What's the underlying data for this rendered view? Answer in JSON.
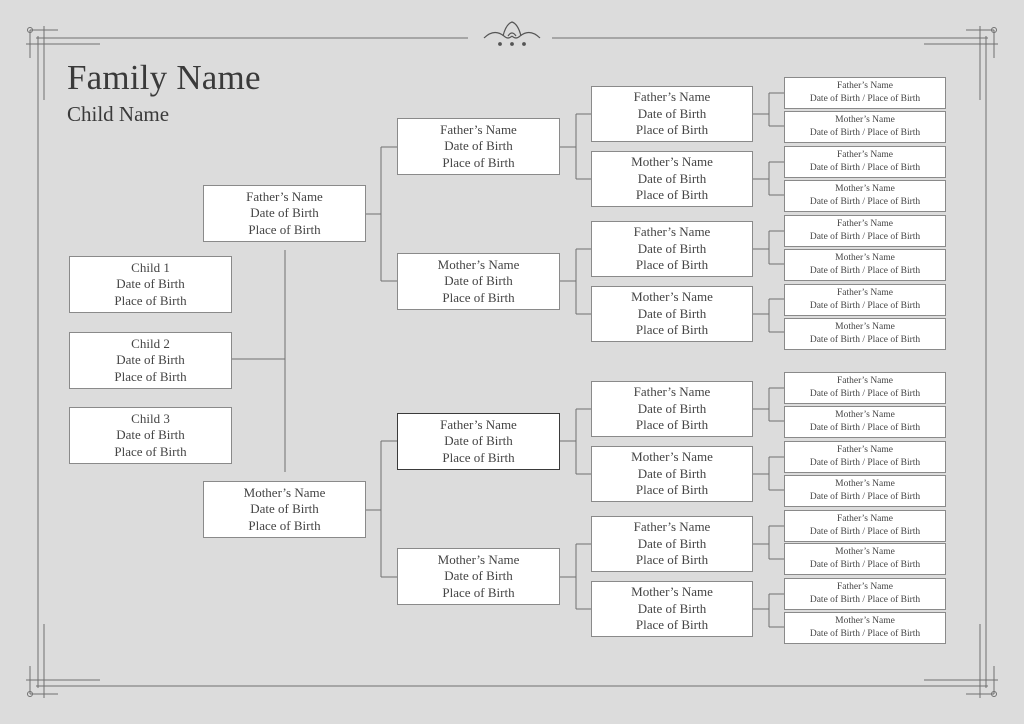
{
  "header": {
    "family_name": "Family Name",
    "child_name": "Child Name"
  },
  "children": [
    {
      "name": "Child 1",
      "date": "Date of Birth",
      "place": "Place of Birth"
    },
    {
      "name": "Child 2",
      "date": "Date of Birth",
      "place": "Place of Birth"
    },
    {
      "name": "Child 3",
      "date": "Date of Birth",
      "place": "Place of Birth"
    }
  ],
  "parents": {
    "father": {
      "name": "Father’s Name",
      "date": "Date of Birth",
      "place": "Place of Birth"
    },
    "mother": {
      "name": "Mother’s Name",
      "date": "Date of Birth",
      "place": "Place of Birth"
    }
  },
  "grandparents": [
    {
      "name": "Father’s Name",
      "date": "Date of Birth",
      "place": "Place of Birth"
    },
    {
      "name": "Mother’s Name",
      "date": "Date of Birth",
      "place": "Place of Birth"
    },
    {
      "name": "Father’s Name",
      "date": "Date of Birth",
      "place": "Place of Birth"
    },
    {
      "name": "Mother’s Name",
      "date": "Date of Birth",
      "place": "Place of Birth"
    }
  ],
  "great_grandparents": [
    {
      "name": "Father’s Name",
      "date": "Date of Birth",
      "place": "Place of Birth"
    },
    {
      "name": "Mother’s Name",
      "date": "Date of Birth",
      "place": "Place of Birth"
    },
    {
      "name": "Father’s Name",
      "date": "Date of Birth",
      "place": "Place of Birth"
    },
    {
      "name": "Mother’s Name",
      "date": "Date of Birth",
      "place": "Place of Birth"
    },
    {
      "name": "Father’s Name",
      "date": "Date of Birth",
      "place": "Place of Birth"
    },
    {
      "name": "Mother’s Name",
      "date": "Date of Birth",
      "place": "Place of Birth"
    },
    {
      "name": "Father’s Name",
      "date": "Date of Birth",
      "place": "Place of Birth"
    },
    {
      "name": "Mother’s Name",
      "date": "Date of Birth",
      "place": "Place of Birth"
    }
  ],
  "great_great_grandparents": [
    {
      "name": "Father’s Name",
      "details": "Date of Birth / Place of Birth"
    },
    {
      "name": "Mother’s Name",
      "details": "Date of Birth / Place of Birth"
    },
    {
      "name": "Father’s Name",
      "details": "Date of Birth / Place of Birth"
    },
    {
      "name": "Mother’s Name",
      "details": "Date of Birth / Place of Birth"
    },
    {
      "name": "Father’s Name",
      "details": "Date of Birth / Place of Birth"
    },
    {
      "name": "Mother’s Name",
      "details": "Date of Birth / Place of Birth"
    },
    {
      "name": "Father’s Name",
      "details": "Date of Birth / Place of Birth"
    },
    {
      "name": "Mother’s Name",
      "details": "Date of Birth / Place of Birth"
    },
    {
      "name": "Father’s Name",
      "details": "Date of Birth / Place of Birth"
    },
    {
      "name": "Mother’s Name",
      "details": "Date of Birth / Place of Birth"
    },
    {
      "name": "Father’s Name",
      "details": "Date of Birth / Place of Birth"
    },
    {
      "name": "Mother’s Name",
      "details": "Date of Birth / Place of Birth"
    },
    {
      "name": "Father’s Name",
      "details": "Date of Birth / Place of Birth"
    },
    {
      "name": "Mother’s Name",
      "details": "Date of Birth / Place of Birth"
    },
    {
      "name": "Father’s Name",
      "details": "Date of Birth / Place of Birth"
    },
    {
      "name": "Mother’s Name",
      "details": "Date of Birth / Place of Birth"
    }
  ]
}
